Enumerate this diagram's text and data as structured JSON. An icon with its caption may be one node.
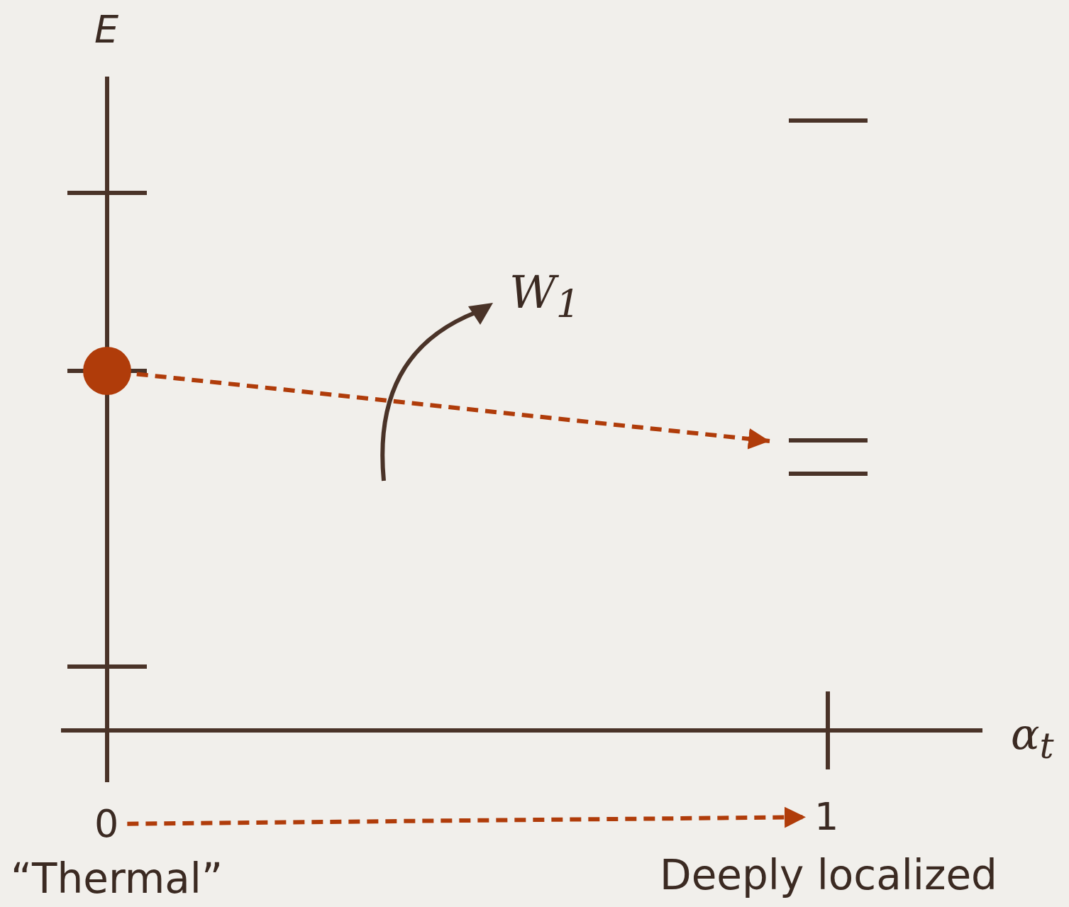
{
  "diagram": {
    "nodes": [
      {
        "text": [],
        "shape": "circle"
      },
      {
        "text": [
          "0"
        ],
        "beside": [
          "“Thermal”"
        ]
      },
      {
        "text": [
          "1"
        ],
        "beside": [
          "Deeply localized"
        ]
      }
    ],
    "edges": [
      {
        "from": 0,
        "to": null,
        "arrow": "to",
        "style": "dashed",
        "color": "#b03c0a"
      },
      {
        "from": 1,
        "to": 2,
        "arrow": "to",
        "style": "dashed",
        "color": "#b03c0a"
      }
    ],
    "labels": [
      "E",
      "W$_{1}$",
      "α$_{t}$"
    ]
  }
}
